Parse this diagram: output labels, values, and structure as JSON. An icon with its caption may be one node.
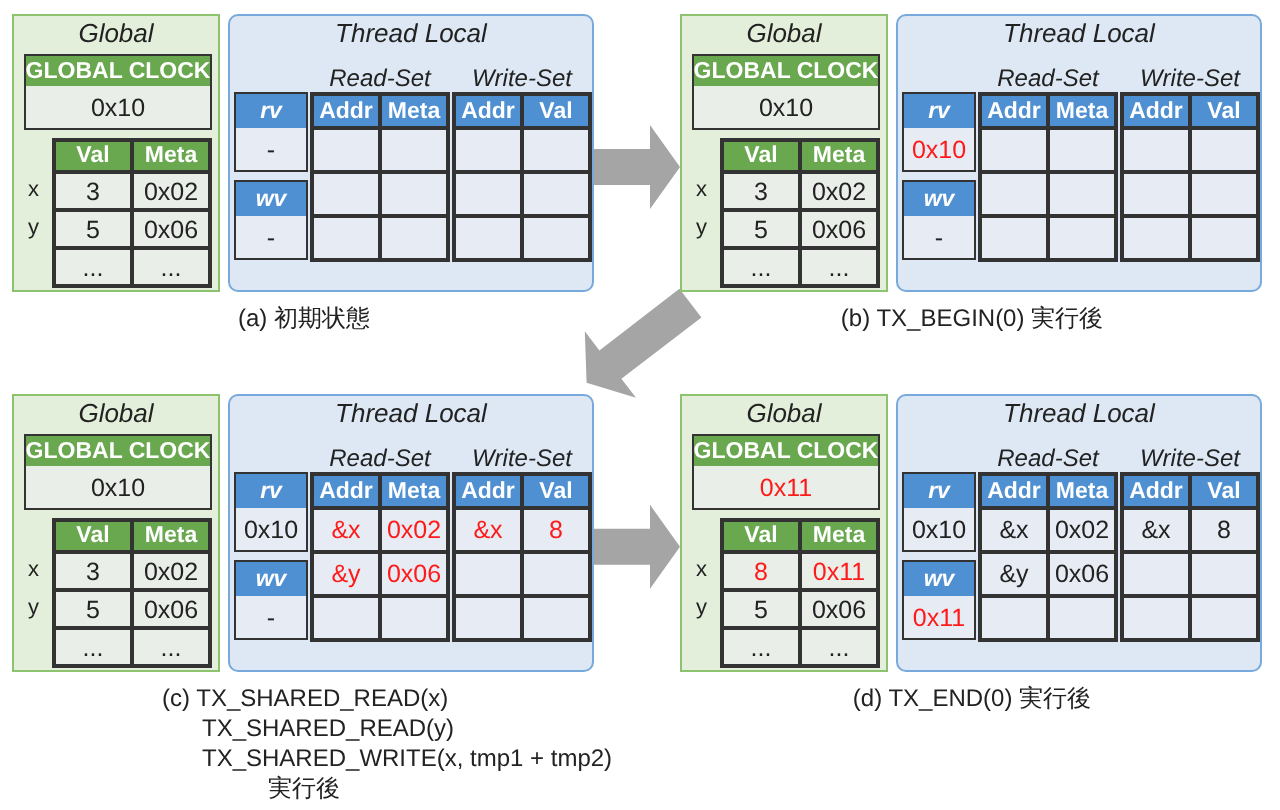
{
  "diagram": {
    "nodes": [
      {
        "text": [
          "Global"
        ]
      },
      {
        "text": [
          "GLOBAL CLOCK",
          "0x10"
        ],
        "in": 0
      },
      {
        "text": [
          "Val",
          "Meta",
          "3",
          "0x02",
          "5",
          "0x06",
          "...",
          "..."
        ],
        "in": 0,
        "beside": [
          "x",
          "y"
        ]
      },
      {
        "text": [
          "Thread Local"
        ]
      },
      {
        "text": [
          "rv",
          "-"
        ],
        "in": 3
      },
      {
        "text": [
          "wv",
          "-"
        ],
        "in": 3
      },
      {
        "text": [
          "Read-Set",
          "Addr",
          "Meta"
        ],
        "in": 3
      },
      {
        "text": [
          "Write-Set",
          "Addr",
          "Val"
        ],
        "in": 3
      },
      {
        "text": [
          "Global"
        ]
      },
      {
        "text": [
          "GLOBAL CLOCK",
          "0x10"
        ],
        "in": 8
      },
      {
        "text": [
          "Val",
          "Meta",
          "3",
          "0x02",
          "5",
          "0x06",
          "...",
          "..."
        ],
        "in": 8,
        "beside": [
          "x",
          "y"
        ]
      },
      {
        "text": [
          "Thread Local"
        ]
      },
      {
        "text": [
          "rv",
          "0x10"
        ],
        "in": 11
      },
      {
        "text": [
          "wv",
          "-"
        ],
        "in": 11
      },
      {
        "text": [
          "Read-Set",
          "Addr",
          "Meta"
        ],
        "in": 11
      },
      {
        "text": [
          "Write-Set",
          "Addr",
          "Val"
        ],
        "in": 11
      },
      {
        "text": [
          "Global"
        ]
      },
      {
        "text": [
          "GLOBAL CLOCK",
          "0x10"
        ],
        "in": 16
      },
      {
        "text": [
          "Val",
          "Meta",
          "3",
          "0x02",
          "5",
          "0x06",
          "...",
          "..."
        ],
        "in": 16,
        "beside": [
          "x",
          "y"
        ]
      },
      {
        "text": [
          "Thread Local"
        ]
      },
      {
        "text": [
          "rv",
          "0x10"
        ],
        "in": 19
      },
      {
        "text": [
          "wv",
          "-"
        ],
        "in": 19
      },
      {
        "text": [
          "Read-Set",
          "Addr",
          "Meta",
          "&x",
          "0x02",
          "&y",
          "0x06"
        ],
        "in": 19
      },
      {
        "text": [
          "Write-Set",
          "Addr",
          "Val",
          "&x",
          "8"
        ],
        "in": 19
      },
      {
        "text": [
          "Global"
        ]
      },
      {
        "text": [
          "GLOBAL CLOCK",
          "0x11"
        ],
        "in": 24
      },
      {
        "text": [
          "Val",
          "Meta",
          "8",
          "0x11",
          "5",
          "0x06",
          "...",
          "..."
        ],
        "in": 24,
        "beside": [
          "x",
          "y"
        ]
      },
      {
        "text": [
          "Thread Local"
        ]
      },
      {
        "text": [
          "rv",
          "0x10"
        ],
        "in": 27
      },
      {
        "text": [
          "wv",
          "0x11"
        ],
        "in": 27
      },
      {
        "text": [
          "Read-Set",
          "Addr",
          "Meta",
          "&x",
          "0x02",
          "&y",
          "0x06"
        ],
        "in": 27
      },
      {
        "text": [
          "Write-Set",
          "Addr",
          "Val",
          "&x",
          "8"
        ],
        "in": 27
      }
    ],
    "edges": [
      {
        "from": 3,
        "to": 8,
        "arrow": "to"
      },
      {
        "from": 8,
        "to": 19,
        "arrow": "to"
      },
      {
        "from": 19,
        "to": 24,
        "arrow": "to"
      }
    ],
    "labels": [
      "(a) 初期状態",
      "(b) TX_BEGIN(0) 実行後",
      "(c) TX_SHARED_READ(x)",
      "TX_SHARED_READ(y)",
      "TX_SHARED_WRITE(x, tmp1 + tmp2)",
      "実行後",
      "(d) TX_END(0) 実行後"
    ]
  }
}
